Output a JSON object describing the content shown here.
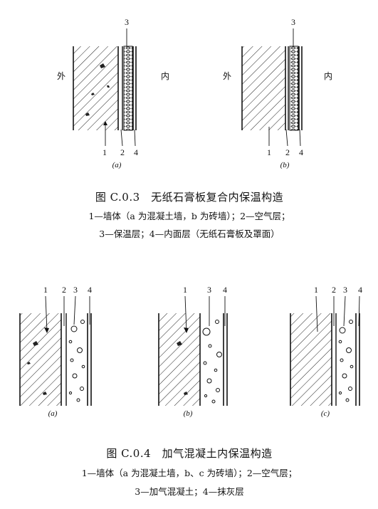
{
  "fig1": {
    "panel_a": {
      "outside": "外",
      "inside": "内",
      "sublabel": "(a)",
      "callouts": [
        "3",
        "1",
        "2",
        "4"
      ]
    },
    "panel_b": {
      "outside": "外",
      "inside": "内",
      "sublabel": "(b)",
      "callouts": [
        "3",
        "1",
        "2",
        "4"
      ]
    },
    "caption": {
      "title": "图 C.0.3　无纸石膏板复合内保温构造",
      "line1": "1—墙体（a 为混凝土墙，b 为砖墙）；2—空气层；",
      "line2": "3—保温层；4—内面层（无纸石膏板及罩面）"
    }
  },
  "fig2": {
    "panel_a": {
      "sublabel": "(a)",
      "callouts": [
        "1",
        "2",
        "3",
        "4"
      ]
    },
    "panel_b": {
      "sublabel": "(b)",
      "callouts": [
        "1",
        "3",
        "4"
      ]
    },
    "panel_c": {
      "sublabel": "(c)",
      "callouts": [
        "1",
        "2",
        "3",
        "4"
      ]
    },
    "caption": {
      "title": "图 C.0.4　加气混凝土内保温构造",
      "line1": "1—墙体（a 为混凝土墙，b、c 为砖墙）；2—空气层；",
      "line2": "3—加气混凝土；4—抹灰层"
    }
  }
}
